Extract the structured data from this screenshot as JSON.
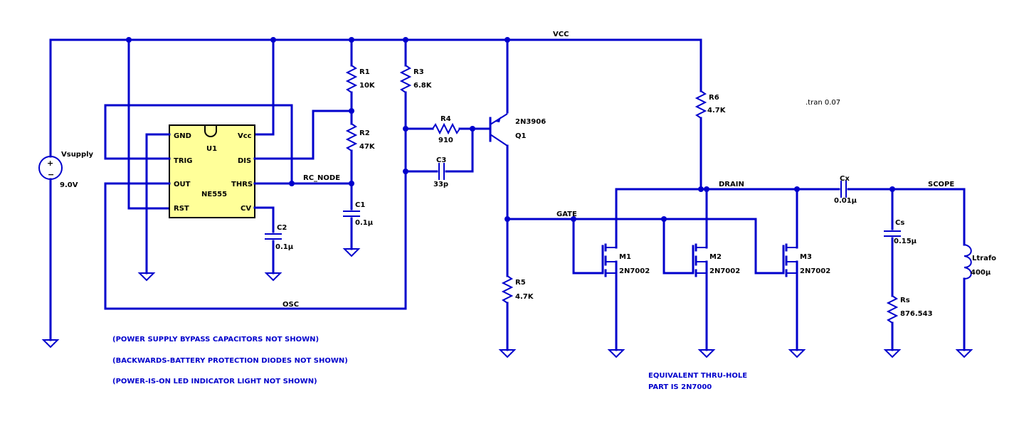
{
  "colors": {
    "wire": "#0000cc",
    "ic_fill": "#ffff99",
    "text": "#000000"
  },
  "nets": {
    "vcc": "VCC",
    "rc_node": "RC_NODE",
    "osc": "OSC",
    "gate": "GATE",
    "drain": "DRAIN",
    "scope": "SCOPE"
  },
  "vsupply": {
    "name": "Vsupply",
    "value": "9.0V"
  },
  "ic": {
    "ref": "U1",
    "part": "NE555",
    "pins": {
      "gnd": "GND",
      "trig": "TRIG",
      "out": "OUT",
      "rst": "RST",
      "vcc": "Vcc",
      "dis": "DIS",
      "thrs": "THRS",
      "cv": "CV"
    }
  },
  "r1": {
    "name": "R1",
    "value": "10K"
  },
  "r2": {
    "name": "R2",
    "value": "47K"
  },
  "c1": {
    "name": "C1",
    "value": "0.1µ"
  },
  "c2": {
    "name": "C2",
    "value": "0.1µ"
  },
  "r3": {
    "name": "R3",
    "value": "6.8K"
  },
  "r4": {
    "name": "R4",
    "value": "910"
  },
  "c3": {
    "name": "C3",
    "value": "33p"
  },
  "q1": {
    "name": "Q1",
    "part": "2N3906"
  },
  "r5": {
    "name": "R5",
    "value": "4.7K"
  },
  "r6": {
    "name": "R6",
    "value": "4.7K"
  },
  "m1": {
    "name": "M1",
    "part": "2N7002"
  },
  "m2": {
    "name": "M2",
    "part": "2N7002"
  },
  "m3": {
    "name": "M3",
    "part": "2N7002"
  },
  "cx": {
    "name": "Cx",
    "value": "0.01µ"
  },
  "cs": {
    "name": "Cs",
    "value": "0.15µ"
  },
  "rs": {
    "name": "Rs",
    "value": "876.543"
  },
  "ltrafo": {
    "name": "Ltrafo",
    "value": "400µ"
  },
  "directive": ".tran 0.07",
  "notes": [
    "(POWER SUPPLY BYPASS CAPACITORS NOT SHOWN)",
    "(BACKWARDS-BATTERY PROTECTION DIODES NOT SHOWN)",
    "(POWER-IS-ON LED INDICATOR LIGHT NOT SHOWN)"
  ],
  "equiv_note": {
    "line1": "EQUIVALENT THRU-HOLE",
    "line2": "PART IS 2N7000"
  }
}
